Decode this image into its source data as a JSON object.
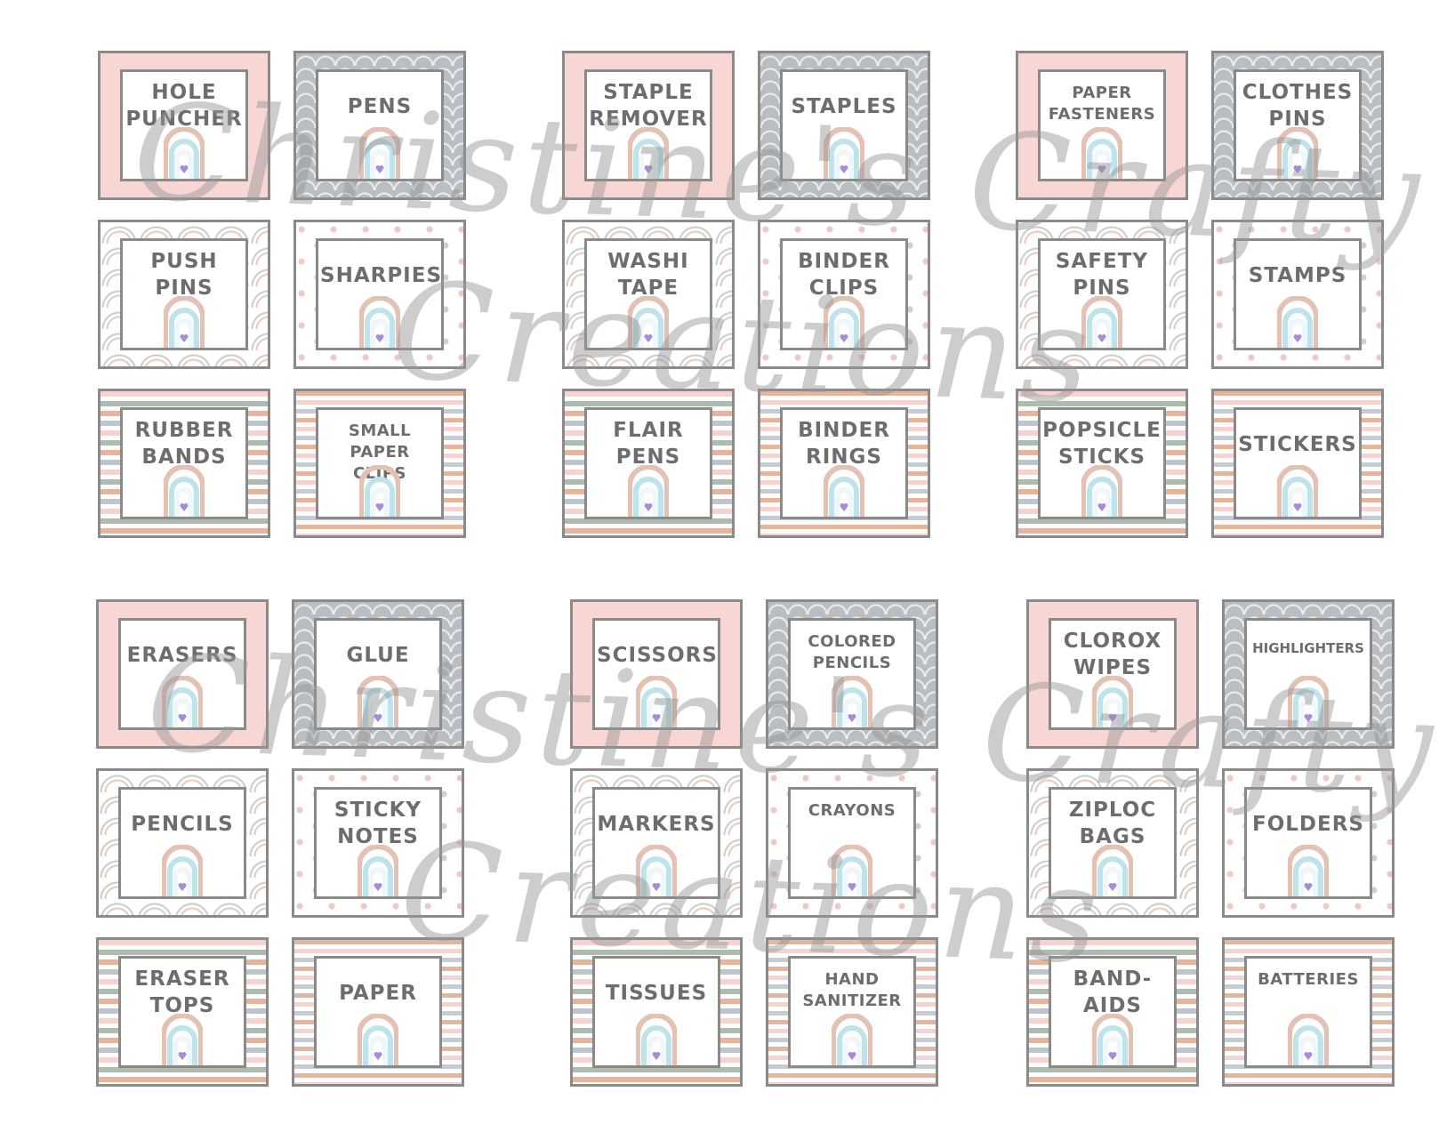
{
  "colors": {
    "border": "#8a8a8a",
    "text": "#6d6d6d",
    "pink": "#f8d6d3",
    "gray": "#b9bec2",
    "rainbow_outer": "#e3c2b4",
    "rainbow_mid": "#bfe3ea",
    "rainbow_inner": "#eef7fa",
    "heart": "#a78bdc",
    "watermark": "#969696"
  },
  "labels": [
    {
      "text": "HOLE\nPUNCHER",
      "pattern": "pink",
      "size": "normal"
    },
    {
      "text": "PENS",
      "pattern": "gray",
      "size": "normal"
    },
    {
      "text": "STAPLE\nREMOVER",
      "pattern": "pink",
      "size": "normal"
    },
    {
      "text": "STAPLES",
      "pattern": "gray",
      "size": "normal"
    },
    {
      "text": "PAPER\nFASTENERS",
      "pattern": "pink",
      "size": "small"
    },
    {
      "text": "CLOTHES\nPINS",
      "pattern": "gray",
      "size": "normal"
    },
    {
      "text": "PUSH\nPINS",
      "pattern": "rainbows",
      "size": "normal"
    },
    {
      "text": "SHARPIES",
      "pattern": "dots",
      "size": "normal"
    },
    {
      "text": "WASHI\nTAPE",
      "pattern": "rainbows",
      "size": "normal"
    },
    {
      "text": "BINDER\nCLIPS",
      "pattern": "dots",
      "size": "normal"
    },
    {
      "text": "SAFETY\nPINS",
      "pattern": "rainbows",
      "size": "normal"
    },
    {
      "text": "STAMPS",
      "pattern": "dots",
      "size": "normal"
    },
    {
      "text": "RUBBER\nBANDS",
      "pattern": "stripes",
      "size": "normal"
    },
    {
      "text": "SMALL\nPAPER CLIPS",
      "pattern": "stripes2",
      "size": "small"
    },
    {
      "text": "FLAIR\nPENS",
      "pattern": "stripes",
      "size": "normal"
    },
    {
      "text": "BINDER\nRINGS",
      "pattern": "stripes2",
      "size": "normal"
    },
    {
      "text": "POPSICLE\nSTICKS",
      "pattern": "stripes",
      "size": "normal"
    },
    {
      "text": "STICKERS",
      "pattern": "stripes2",
      "size": "normal"
    },
    {
      "text": "ERASERS",
      "pattern": "pink",
      "size": "normal"
    },
    {
      "text": "GLUE",
      "pattern": "gray",
      "size": "normal"
    },
    {
      "text": "SCISSORS",
      "pattern": "pink",
      "size": "normal"
    },
    {
      "text": "COLORED\nPENCILS",
      "pattern": "gray",
      "size": "small"
    },
    {
      "text": "CLOROX\nWIPES",
      "pattern": "pink",
      "size": "normal"
    },
    {
      "text": "HIGHLIGHTERS",
      "pattern": "gray",
      "size": "tiny"
    },
    {
      "text": "PENCILS",
      "pattern": "rainbows",
      "size": "normal"
    },
    {
      "text": "STICKY\nNOTES",
      "pattern": "dots",
      "size": "normal"
    },
    {
      "text": "MARKERS",
      "pattern": "rainbows",
      "size": "normal"
    },
    {
      "text": "CRAYONS",
      "pattern": "dots",
      "size": "small"
    },
    {
      "text": "ZIPLOC\nBAGS",
      "pattern": "rainbows",
      "size": "normal"
    },
    {
      "text": "FOLDERS",
      "pattern": "dots",
      "size": "normal"
    },
    {
      "text": "ERASER\nTOPS",
      "pattern": "stripes",
      "size": "normal"
    },
    {
      "text": "PAPER",
      "pattern": "stripes2",
      "size": "normal"
    },
    {
      "text": "TISSUES",
      "pattern": "stripes",
      "size": "normal"
    },
    {
      "text": "HAND\nSANITIZER",
      "pattern": "stripes2",
      "size": "small"
    },
    {
      "text": "BAND-\nAIDS",
      "pattern": "stripes",
      "size": "normal"
    },
    {
      "text": "BATTERIES",
      "pattern": "stripes2",
      "size": "small"
    }
  ],
  "watermark": {
    "line1": "Christine's Crafty",
    "line2": "Creations"
  }
}
